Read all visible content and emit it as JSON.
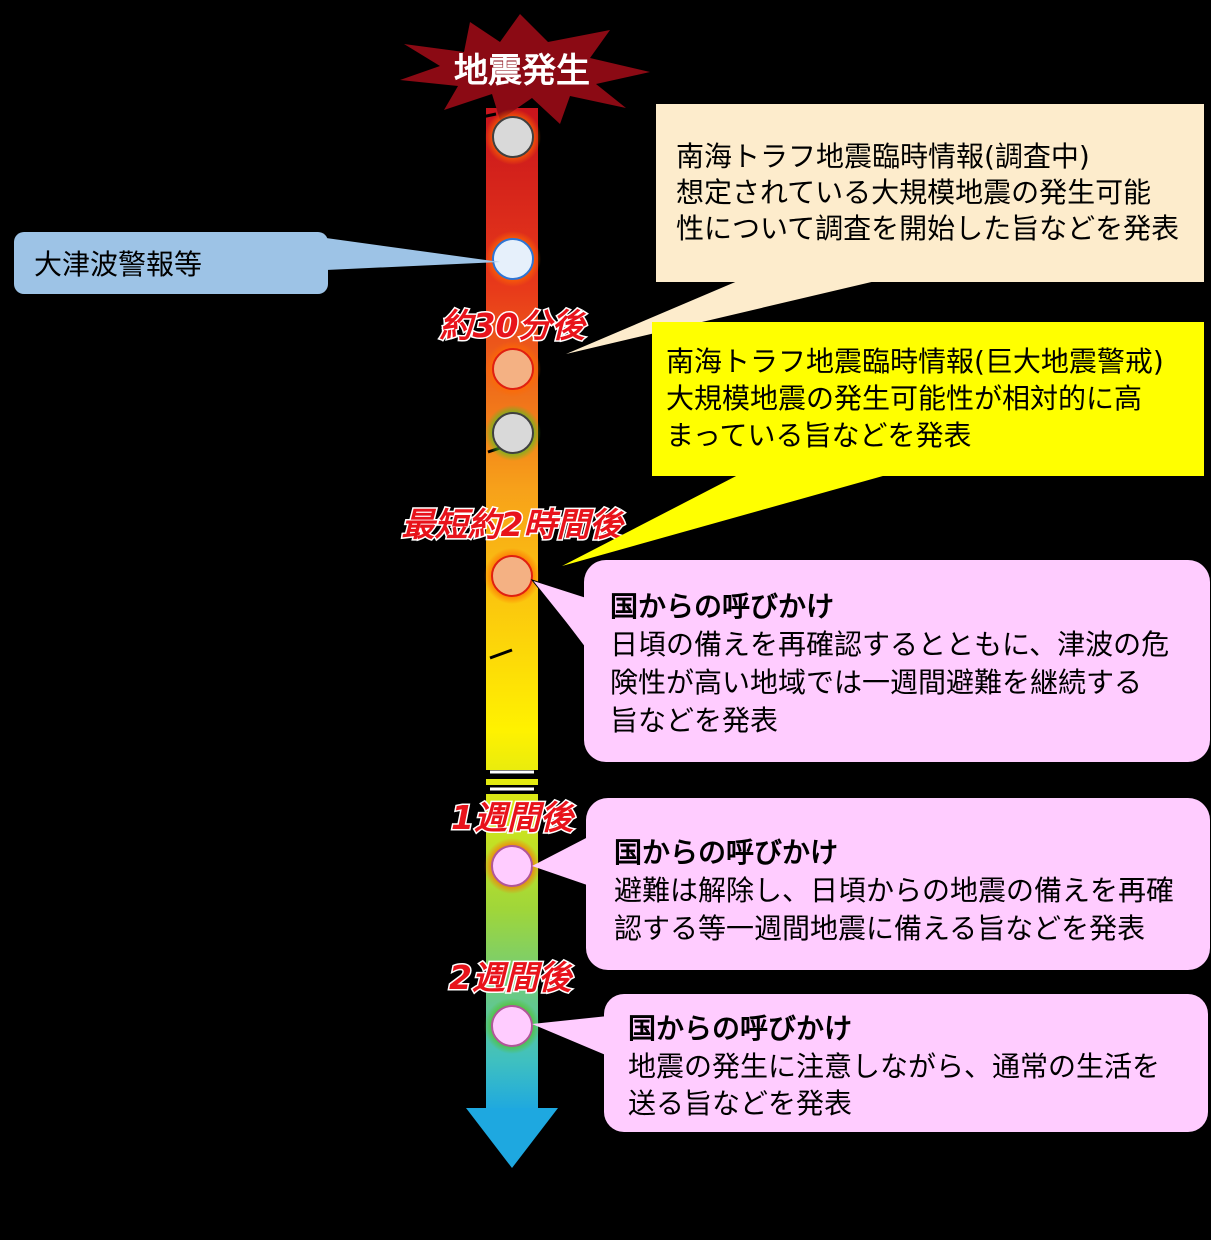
{
  "event": {
    "label": "地震発生"
  },
  "colors": {
    "background": "#000000",
    "tsunami_box": "#9dc3e6",
    "investigation_box": "#fdeccc",
    "warning_box": "#ffff00",
    "call_box": "#ffccff",
    "time_label": "#e8131b",
    "burst": "#8b0a14"
  },
  "tsunami": {
    "label": "大津波警報等"
  },
  "time_labels": [
    "約30分後",
    "最短約2時間後",
    "1週間後",
    "2週間後"
  ],
  "boxes": {
    "investigation": {
      "lines": [
        "南海トラフ地震臨時情報(調査中)",
        "想定されている大規模地震の発生可能",
        "性について調査を開始した旨などを発表"
      ]
    },
    "warning": {
      "lines": [
        "南海トラフ地震臨時情報(巨大地震警戒)",
        "大規模地震の発生可能性が相対的に高",
        "まっている旨などを発表"
      ]
    },
    "call1": {
      "title": "国からの呼びかけ",
      "lines": [
        "日頃の備えを再確認するとともに、津波の危",
        "険性が高い地域では一週間避難を継続する",
        "旨などを発表"
      ]
    },
    "call2": {
      "title": "国からの呼びかけ",
      "lines": [
        "避難は解除し、日頃からの地震の備えを再確",
        "認する等一週間地震に備える旨などを発表"
      ]
    },
    "call3": {
      "title": "国からの呼びかけ",
      "lines": [
        "地震の発生に注意しながら、通常の生活を",
        "送る旨などを発表"
      ]
    }
  }
}
